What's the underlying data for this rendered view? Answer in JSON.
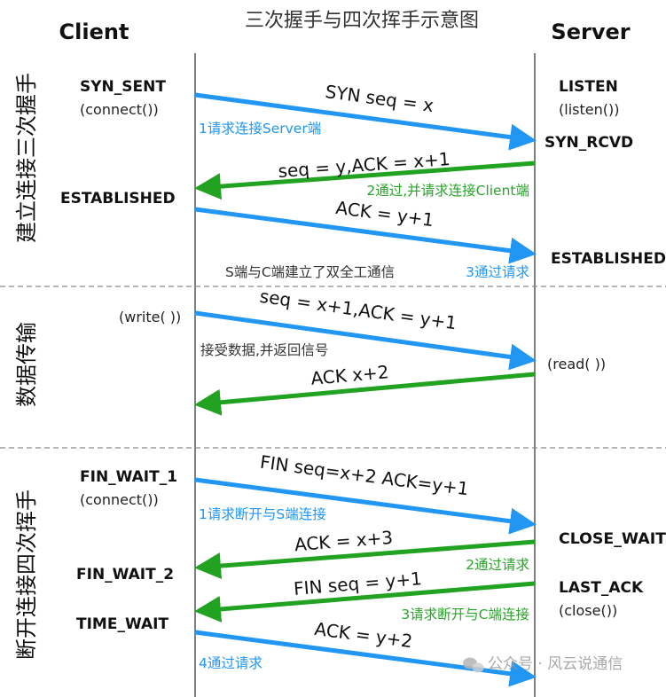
{
  "title": "三次握手与四次挥手示意图",
  "headers": {
    "client": "Client",
    "server": "Server"
  },
  "phases": {
    "handshake": "建立连接三次握手",
    "transfer": "数据传输",
    "teardown": "断开连接四次挥手"
  },
  "client_states": {
    "syn_sent": "SYN_SENT",
    "connect1": "(connect())",
    "established": "ESTABLISHED",
    "write": "(write( ))",
    "fin_wait_1": "FIN_WAIT_1",
    "connect2": "(connect())",
    "fin_wait_2": "FIN_WAIT_2",
    "time_wait": "TIME_WAIT"
  },
  "server_states": {
    "listen": "LISTEN",
    "listen_call": "(listen())",
    "syn_rcvd": "SYN_RCVD",
    "established": "ESTABLISHED",
    "read": "(read( ))",
    "close_wait": "CLOSE_WAIT",
    "last_ack": "LAST_ACK",
    "close": "(close())"
  },
  "messages": {
    "m1": "SYN seq = x",
    "m2": "seq = y,ACK = x+1",
    "m3": "ACK = y+1",
    "m4": "seq = x+1,ACK = y+1",
    "m5": "ACK  x+2",
    "m6": "FIN seq=x+2 ACK=y+1",
    "m7": "ACK = x+3",
    "m8": "FIN seq = y+1",
    "m9": "ACK = y+2"
  },
  "notes": {
    "n1": "1请求连接Server端",
    "n2": "2通过,并请求连接Client端",
    "n3a": "S端与C端建立了双全工通信",
    "n3b": "3通过请求",
    "n4": "接受数据,并返回信号",
    "n5": "1请求断开与S端连接",
    "n6": "2通过请求",
    "n7": "3请求断开与C端连接",
    "n8": "4通过请求"
  },
  "watermark": "公众号 · 风云说通信",
  "colors": {
    "blue": "#2196f3",
    "green": "#21a321",
    "line": "#555555",
    "dash": "#8a8a8a"
  }
}
